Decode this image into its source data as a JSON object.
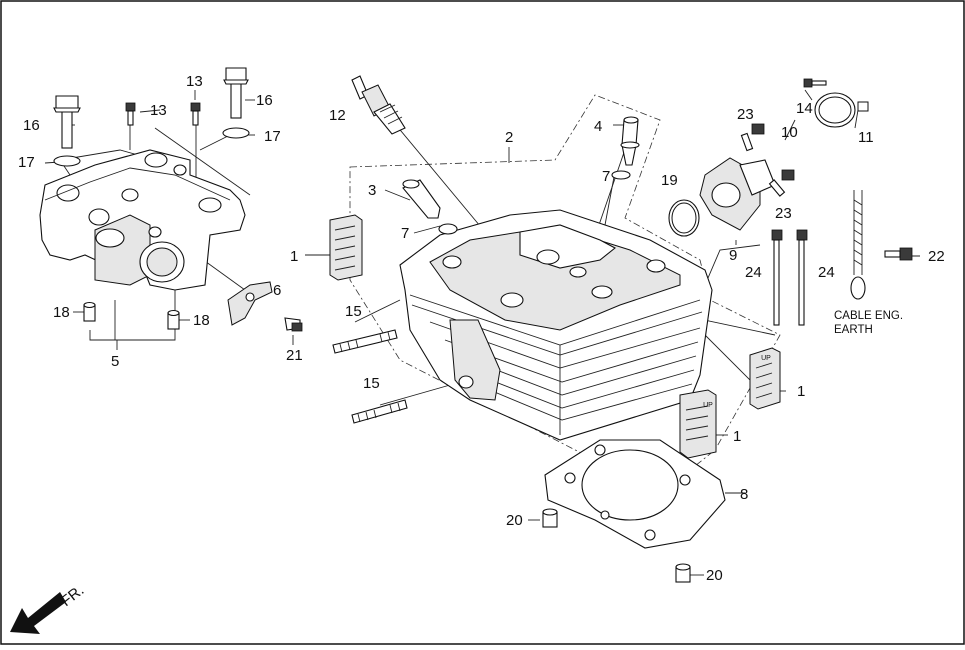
{
  "callouts": [
    {
      "id": "c1a",
      "text": "1"
    },
    {
      "id": "c1b",
      "text": "1"
    },
    {
      "id": "c1c",
      "text": "1"
    },
    {
      "id": "c2",
      "text": "2"
    },
    {
      "id": "c3",
      "text": "3"
    },
    {
      "id": "c4",
      "text": "4"
    },
    {
      "id": "c5",
      "text": "5"
    },
    {
      "id": "c6",
      "text": "6"
    },
    {
      "id": "c7a",
      "text": "7"
    },
    {
      "id": "c7b",
      "text": "7"
    },
    {
      "id": "c8",
      "text": "8"
    },
    {
      "id": "c9",
      "text": "9"
    },
    {
      "id": "c10",
      "text": "10"
    },
    {
      "id": "c11",
      "text": "11"
    },
    {
      "id": "c12",
      "text": "12"
    },
    {
      "id": "c13a",
      "text": "13"
    },
    {
      "id": "c13b",
      "text": "13"
    },
    {
      "id": "c14",
      "text": "14"
    },
    {
      "id": "c15a",
      "text": "15"
    },
    {
      "id": "c15b",
      "text": "15"
    },
    {
      "id": "c16a",
      "text": "16"
    },
    {
      "id": "c16b",
      "text": "16"
    },
    {
      "id": "c17a",
      "text": "17"
    },
    {
      "id": "c17b",
      "text": "17"
    },
    {
      "id": "c18a",
      "text": "18"
    },
    {
      "id": "c18b",
      "text": "18"
    },
    {
      "id": "c19",
      "text": "19"
    },
    {
      "id": "c20a",
      "text": "20"
    },
    {
      "id": "c20b",
      "text": "20"
    },
    {
      "id": "c21",
      "text": "21"
    },
    {
      "id": "c22",
      "text": "22"
    },
    {
      "id": "c23a",
      "text": "23"
    },
    {
      "id": "c23b",
      "text": "23"
    },
    {
      "id": "c24a",
      "text": "24"
    },
    {
      "id": "c24b",
      "text": "24"
    }
  ],
  "labels": {
    "cable_line1": "CABLE ENG.",
    "cable_line2": "EARTH",
    "front": "FR.",
    "up_mark": "UP"
  }
}
